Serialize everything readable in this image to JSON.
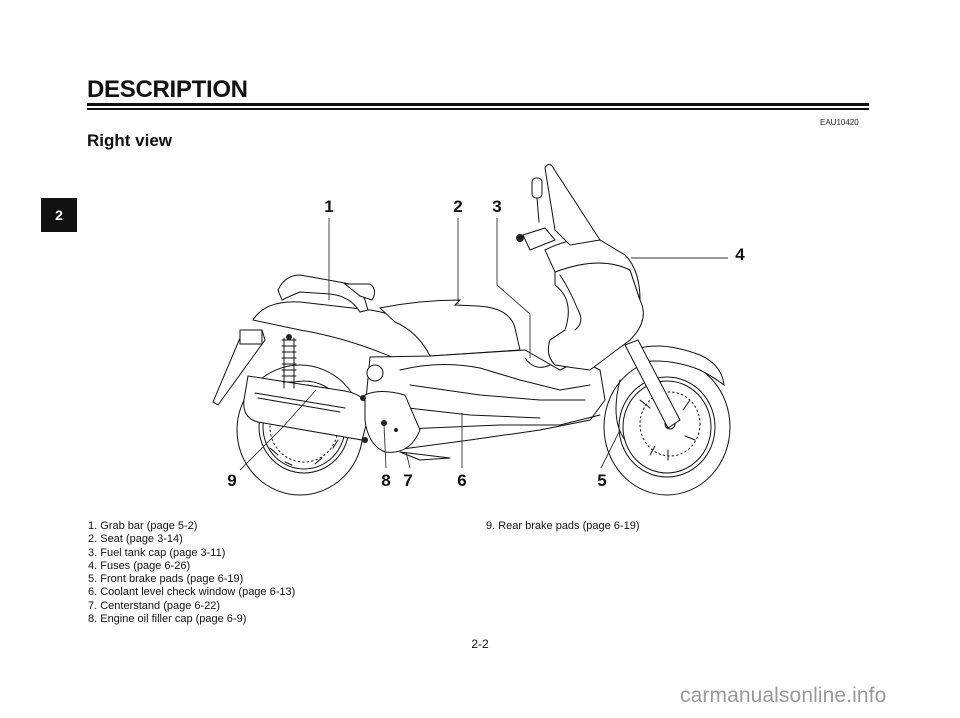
{
  "header": {
    "title": "DESCRIPTION",
    "doc_code": "EAU10420",
    "section_heading": "Right view",
    "chapter_tab": "2"
  },
  "illustration": {
    "subject": "scooter-right-side-view",
    "callouts": [
      "1",
      "2",
      "3",
      "4",
      "5",
      "6",
      "7",
      "8",
      "9"
    ]
  },
  "legend": {
    "left": [
      "1. Grab bar (page 5-2)",
      "2. Seat (page 3-14)",
      "3. Fuel tank cap (page 3-11)",
      "4. Fuses (page 6-26)",
      "5. Front brake pads (page 6-19)",
      "6. Coolant level check window (page 6-13)",
      "7. Centerstand (page 6-22)",
      "8. Engine oil filler cap (page 6-9)"
    ],
    "right": [
      "9. Rear brake pads (page 6-19)"
    ]
  },
  "footer": {
    "page_number": "2-2",
    "watermark": "carmanualsonline.info"
  }
}
